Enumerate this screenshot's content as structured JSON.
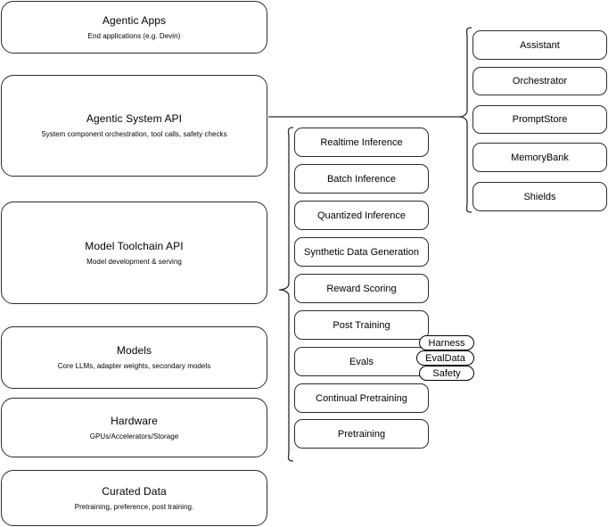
{
  "diagram": {
    "title": "LLM Stack Architecture Diagram",
    "stroke_color": "#2b2b2b",
    "background_color": "#ffffff"
  },
  "stack_layers": [
    {
      "name": "agentic-apps",
      "title": "Agentic Apps",
      "subtitle": "End applications (e.g. Devin)"
    },
    {
      "name": "agentic-system-api",
      "title": "Agentic System API",
      "subtitle": "System component orchestration, tool calls, safety checks"
    },
    {
      "name": "model-toolchain-api",
      "title": "Model Toolchain API",
      "subtitle": "Model development & serving"
    },
    {
      "name": "models",
      "title": "Models",
      "subtitle": "Core LLMs, adapter weights, secondary models"
    },
    {
      "name": "hardware",
      "title": "Hardware",
      "subtitle": "GPUs/Accelerators/Storage"
    },
    {
      "name": "curated-data",
      "title": "Curated Data",
      "subtitle": "Pretraining, preference, post training."
    }
  ],
  "toolchain_components": [
    {
      "label": "Realtime Inference"
    },
    {
      "label": "Batch Inference"
    },
    {
      "label": "Quantized Inference"
    },
    {
      "label": "Synthetic Data Generation"
    },
    {
      "label": "Reward Scoring"
    },
    {
      "label": "Post Training"
    },
    {
      "label": "Evals"
    },
    {
      "label": "Continual Pretraining"
    },
    {
      "label": "Pretraining"
    }
  ],
  "system_components": [
    {
      "label": "Assistant"
    },
    {
      "label": "Orchestrator"
    },
    {
      "label": "PromptStore"
    },
    {
      "label": "MemoryBank"
    },
    {
      "label": "Shields"
    }
  ],
  "evals_badges": [
    {
      "label": "Harness"
    },
    {
      "label": "EvalData"
    },
    {
      "label": "Safety"
    }
  ]
}
